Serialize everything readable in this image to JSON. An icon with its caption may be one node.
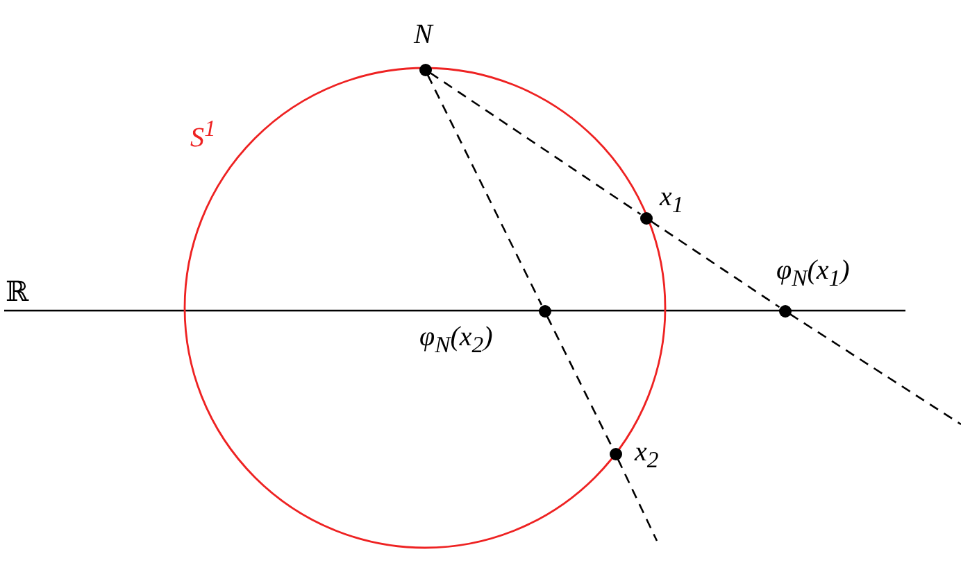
{
  "diagram": {
    "nodes": [
      {
        "text": [
          "N"
        ]
      },
      {
        "text": [
          "x$_{1}$"
        ]
      },
      {
        "text": [
          "φ$_{N}$(x$_{1}$)"
        ]
      },
      {
        "text": [
          "φ$_{N}$(x$_{2}$)"
        ]
      },
      {
        "text": [
          "x$_{2}$"
        ]
      }
    ],
    "edges": [
      {
        "from": 0,
        "to": 1,
        "arrow": "none",
        "style": "dashed"
      },
      {
        "from": 1,
        "to": 2,
        "arrow": "none",
        "style": "dashed"
      },
      {
        "from": 2,
        "to": null,
        "arrow": "none",
        "style": "dashed"
      },
      {
        "from": 0,
        "to": 3,
        "arrow": "none",
        "style": "dashed"
      },
      {
        "from": 3,
        "to": 4,
        "arrow": "none",
        "style": "dashed"
      },
      {
        "from": 4,
        "to": null,
        "arrow": "none",
        "style": "dashed"
      }
    ],
    "labels": [
      "S$^{1}$",
      "ℝ"
    ]
  }
}
